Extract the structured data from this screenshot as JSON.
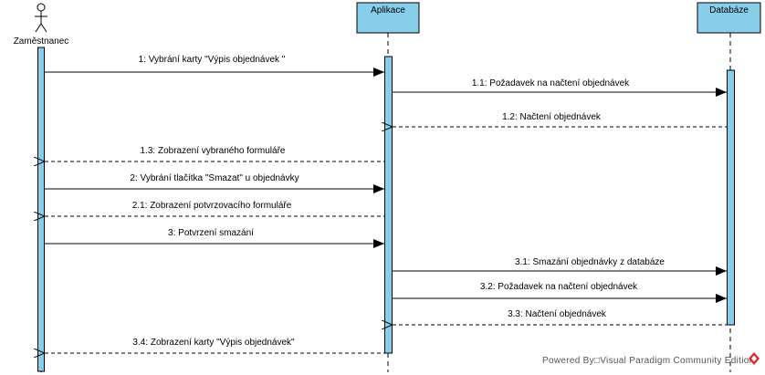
{
  "diagram": {
    "actor": {
      "name": "Zaměstnanec"
    },
    "participants": [
      {
        "id": "app",
        "name": "Aplikace"
      },
      {
        "id": "db",
        "name": "Databáze"
      }
    ],
    "messages": [
      {
        "label": "1: Vybrání karty \"Výpis objednávek \"",
        "from": "actor",
        "to": "app",
        "kind": "sync"
      },
      {
        "label": "1.1: Požadavek na načtení objednávek",
        "from": "app",
        "to": "db",
        "kind": "sync"
      },
      {
        "label": "1.2: Načtení objednávek",
        "from": "db",
        "to": "app",
        "kind": "return"
      },
      {
        "label": "1.3: Zobrazení vybraného formuláře",
        "from": "app",
        "to": "actor",
        "kind": "return"
      },
      {
        "label": "2: Vybrání tlačítka \"Smazat\" u objednávky",
        "from": "actor",
        "to": "app",
        "kind": "sync"
      },
      {
        "label": "2.1: Zobrazení potvrzovacího formuláře",
        "from": "app",
        "to": "actor",
        "kind": "return"
      },
      {
        "label": "3: Potvrzení smazání",
        "from": "actor",
        "to": "app",
        "kind": "sync"
      },
      {
        "label": "3.1: Smazání objednávky z databáze",
        "from": "app",
        "to": "db",
        "kind": "sync"
      },
      {
        "label": "3.2: Požadavek na načtení objednávek",
        "from": "app",
        "to": "db",
        "kind": "sync"
      },
      {
        "label": "3.3: Načtení objednávek",
        "from": "db",
        "to": "app",
        "kind": "return"
      },
      {
        "label": "3.4: Zobrazení karty \"Výpis objednávek\"",
        "from": "app",
        "to": "actor",
        "kind": "return"
      }
    ]
  },
  "watermark": {
    "text": "Powered By□Visual Paradigm Community Edition"
  },
  "colors": {
    "participant_fill": "#87CEEB",
    "activation_fill": "#87CEEB",
    "line": "#000000",
    "logo_red": "#D9262C"
  }
}
